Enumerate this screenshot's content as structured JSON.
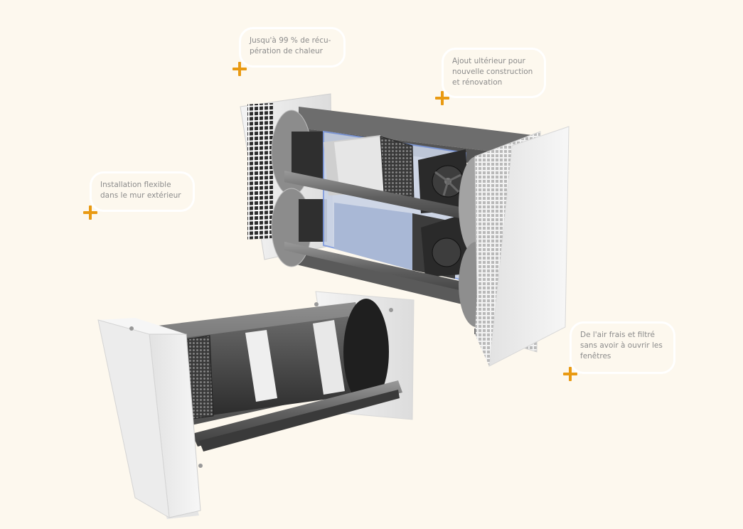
{
  "callouts": {
    "heat_recovery": "Jusqu'à 99 % de récu-\npération de chaleur",
    "retrofit": "Ajout ultérieur pour\nnouvelle construction\net rénovation",
    "installation": "Installation flexible\ndans le mur extérieur",
    "fresh_air": "De l'air frais et filtré\nsans avoir à ouvrir les\nfenêtres"
  },
  "colors": {
    "background": "#fdf8ee",
    "accent_plus": "#e99a12",
    "callout_text": "#8b8b8b",
    "callout_border": "#ffffff"
  },
  "icons": [
    "plus-icon",
    "grille-icon",
    "fan-icon"
  ]
}
